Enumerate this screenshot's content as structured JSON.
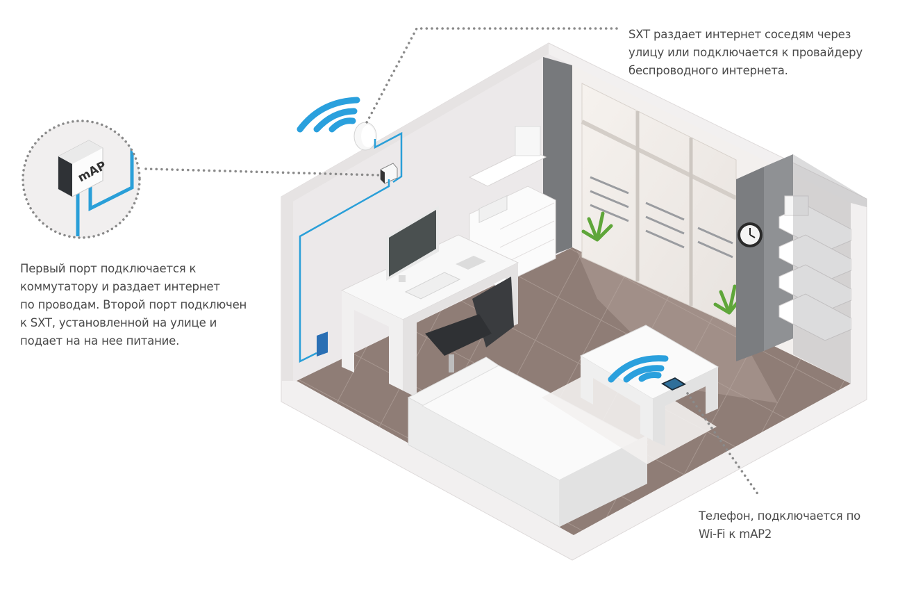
{
  "captions": {
    "sxt": "SXT раздает интернет соседям через\nулицу или подключается к провайдеру\nбеспроводного интернета.",
    "map_ports": "Первый порт подключается к\nкоммутатору и раздает интернет\nпо проводам. Второй порт подключен\nк SXT, установленной на улице и\nподает на на нее питание.",
    "phone": "Телефон, подключается по\nWi-Fi к mAP2"
  },
  "device_label": "mAP",
  "colors": {
    "wifi_blue": "#2aa0dd",
    "cable_blue": "#2a9fd8",
    "caption_text": "#4a4a4a",
    "dotted_line": "#8a8a8a",
    "floor": "#8d7b74",
    "wall": "#ebe8e9",
    "room_base": "#f4f2f2"
  }
}
